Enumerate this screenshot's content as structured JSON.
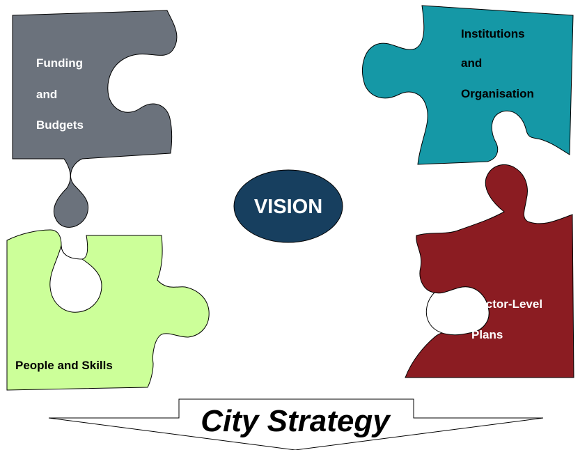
{
  "diagram": {
    "center": {
      "label": "VISION",
      "fill": "#173f5f"
    },
    "pieces": [
      {
        "id": "funding",
        "lines": [
          "Funding",
          "and",
          "Budgets"
        ],
        "fill": "#6b727c",
        "text_color": "#ffffff"
      },
      {
        "id": "institutions",
        "lines": [
          "Institutions",
          "and",
          "Organisation"
        ],
        "fill": "#1598a6",
        "text_color": "#000000"
      },
      {
        "id": "people",
        "lines": [
          "People and Skills"
        ],
        "fill": "#ccff99",
        "text_color": "#000000"
      },
      {
        "id": "sector",
        "lines": [
          "Sector-Level",
          "Plans"
        ],
        "fill": "#8b1c22",
        "text_color": "#ffffff"
      }
    ],
    "footer": {
      "label": "City Strategy"
    }
  }
}
